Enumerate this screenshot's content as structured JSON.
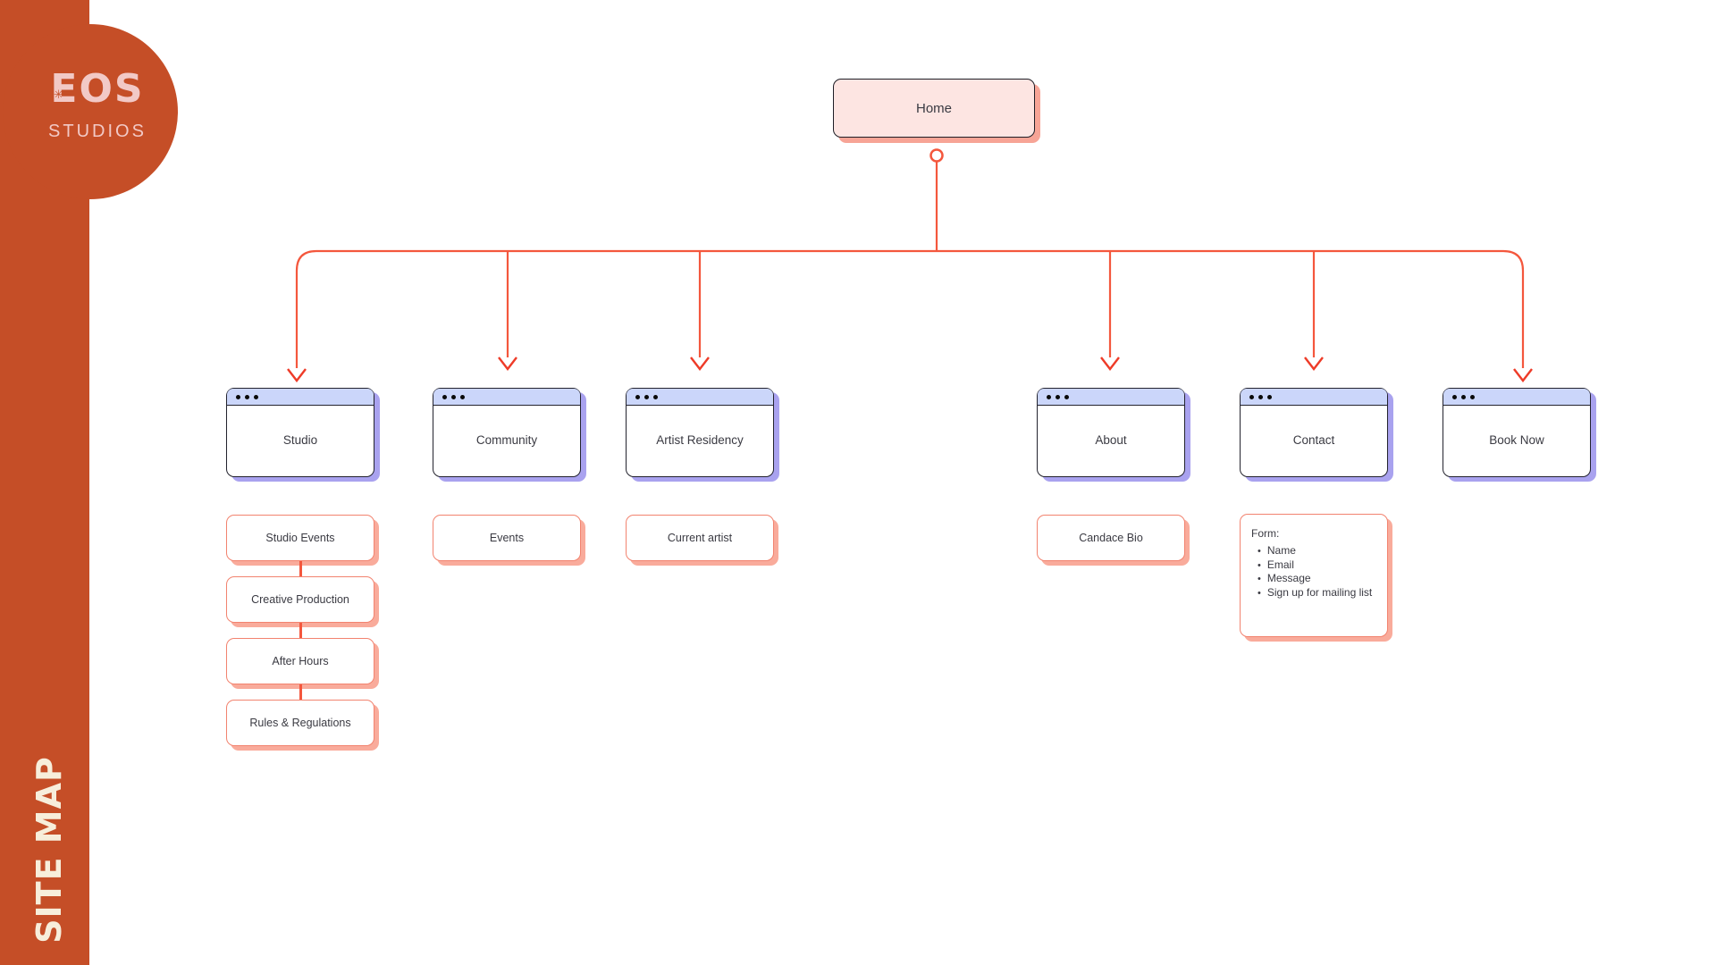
{
  "colors": {
    "sidebar_bg": "#c54e27",
    "logo_pink": "#f2c9c6",
    "cream": "#f7eedb",
    "accent_line": "#f4573d",
    "arrow_red": "#ee3b28",
    "window_header": "#cbd6fa",
    "window_shadow": "#a9a2ef",
    "card_border": "#23232e",
    "home_fill": "#fde5e2",
    "home_shadow": "#f7a496",
    "sub_border": "#f2836f",
    "sub_shadow": "#f9ab9b",
    "text": "#3a3a42"
  },
  "sidebar": {
    "logo": {
      "name": "EOS",
      "subtitle": "STUDIOS",
      "asterisk_glyph": "✳"
    },
    "vertical_label": "SITE MAP"
  },
  "diagram": {
    "bullet_glyph": "•",
    "root": {
      "label": "Home"
    },
    "sections": [
      {
        "label": "Studio",
        "children": [
          "Studio Events",
          "Creative Production",
          "After Hours",
          "Rules & Regulations"
        ]
      },
      {
        "label": "Community",
        "children": [
          "Events"
        ]
      },
      {
        "label": "Artist Residency",
        "children": [
          "Current artist"
        ]
      },
      {
        "label": "About",
        "children": [
          "Candace Bio"
        ]
      },
      {
        "label": "Contact",
        "form": {
          "title": "Form:",
          "items": [
            "Name",
            "Email",
            "Message",
            "Sign up for mailing list"
          ]
        }
      },
      {
        "label": "Book Now"
      }
    ]
  }
}
